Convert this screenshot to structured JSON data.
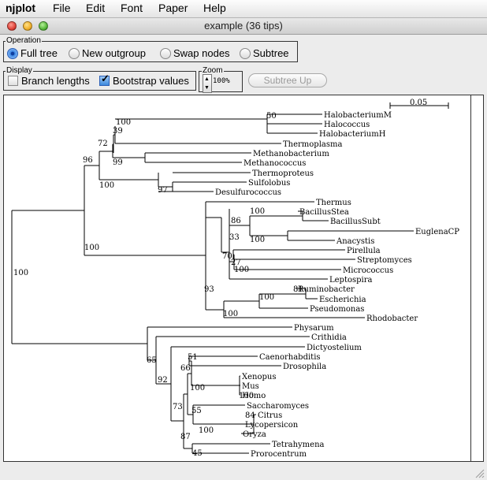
{
  "menubar": {
    "app": "njplot",
    "items": [
      "File",
      "Edit",
      "Font",
      "Paper",
      "Help"
    ]
  },
  "window": {
    "title": "example (36 tips)"
  },
  "operation": {
    "label": "Operation",
    "options": [
      {
        "label": "Full tree",
        "selected": true
      },
      {
        "label": "New outgroup",
        "selected": false
      },
      {
        "label": "Swap nodes",
        "selected": false
      },
      {
        "label": "Subtree",
        "selected": false
      }
    ]
  },
  "display": {
    "label": "Display",
    "branch_lengths": {
      "label": "Branch lengths",
      "checked": false
    },
    "bootstrap_values": {
      "label": "Bootstrap values",
      "checked": true
    }
  },
  "zoom": {
    "label": "Zoom",
    "value": "100%"
  },
  "subtree_up": {
    "label": "Subtree Up",
    "enabled": false
  },
  "tree": {
    "scale_label": "0.05",
    "tips": [
      "HalobacteriumM",
      "Halococcus",
      "HalobacteriumH",
      "Thermoplasma",
      "Methanobacterium",
      "Methanococcus",
      "Thermoproteus",
      "Sulfolobus",
      "Desulfurococcus",
      "Thermus",
      "BacillusStea",
      "BacillusSubt",
      "EuglenaCP",
      "Anacystis",
      "Pirellula",
      "Streptomyces",
      "Micrococcus",
      "Leptospira",
      "Ruminobacter",
      "Escherichia",
      "Pseudomonas",
      "Rhodobacter",
      "Physarum",
      "Crithidia",
      "Dictyostelium",
      "Caenorhabditis",
      "Drosophila",
      "Xenopus",
      "Mus",
      "Homo",
      "Saccharomyces",
      "Citrus",
      "Lycopersicon",
      "Oryza",
      "Tetrahymena",
      "Prorocentrum"
    ],
    "bootstrap": [
      "50",
      "39",
      "100",
      "72",
      "99",
      "96",
      "100",
      "97",
      "100",
      "100",
      "86",
      "100",
      "33",
      "70",
      "27",
      "100",
      "93",
      "81",
      "100",
      "100",
      "100",
      "51",
      "66",
      "100",
      "100",
      "55",
      "84",
      "100",
      "87",
      "45",
      "73",
      "92",
      "65"
    ]
  },
  "colors": {
    "accent": "#3b86e5",
    "window_bg": "#ececec",
    "canvas_bg": "#ffffff"
  }
}
